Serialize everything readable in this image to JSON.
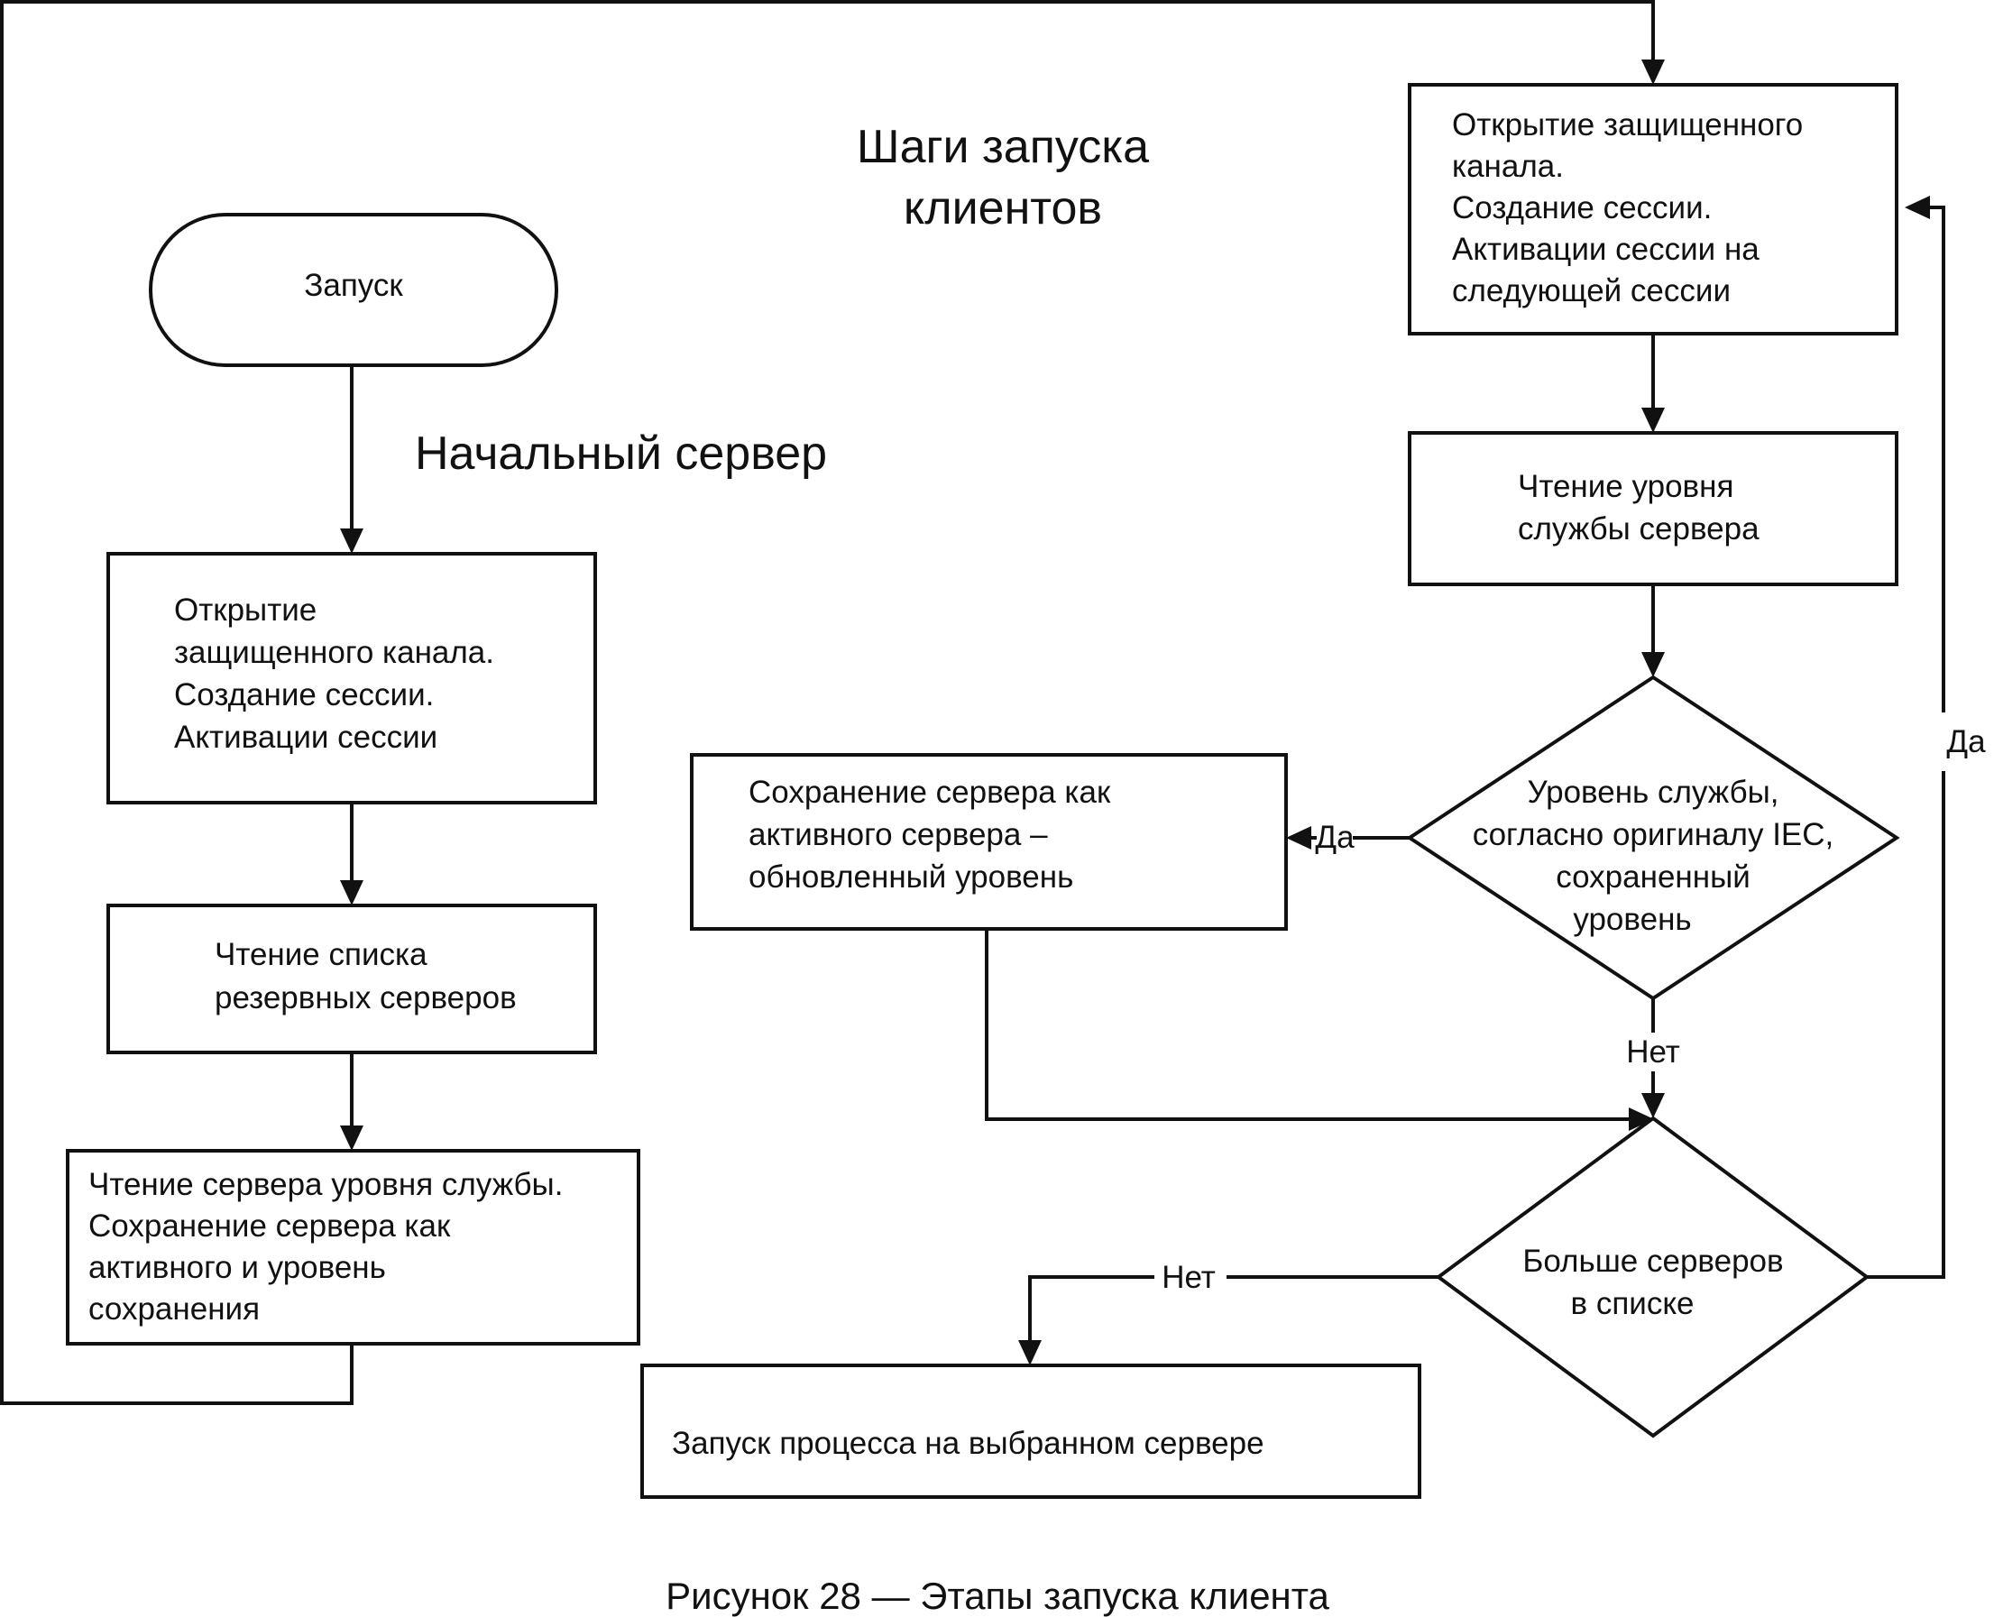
{
  "diagram": {
    "title": [
      "Шаги запуска",
      "клиентов"
    ],
    "subtitle": "Начальный сервер",
    "nodes": {
      "start": [
        "Запуск"
      ],
      "open_channel_initial": [
        "Открытие",
        "защищенного канала.",
        "Создание сессии.",
        "Активации сессии"
      ],
      "read_backup_list": [
        "Чтение списка",
        "резервных серверов"
      ],
      "read_service_level": [
        "Чтение сервера уровня службы.",
        "Сохранение сервера как",
        "активного и уровень",
        "сохранения"
      ],
      "open_channel_next": [
        "Открытие защищенного",
        "канала.",
        "Создание сессии.",
        "Активации сессии на",
        "следующей сессии"
      ],
      "read_server_level": [
        "Чтение уровня",
        "службы сервера"
      ],
      "decision_level": [
        "Уровень службы,",
        "согласно оригиналу IEC,",
        "сохраненный",
        "уровень"
      ],
      "save_active": [
        "Сохранение сервера как",
        "активного сервера –",
        "обновленный уровень"
      ],
      "decision_more": [
        "Больше серверов",
        "в списке"
      ],
      "launch_process": [
        "Запуск процесса на выбранном сервере"
      ]
    },
    "edge_labels": {
      "yes_left": "Да",
      "no_down": "Нет",
      "no_left": "Нет",
      "yes_up": "Да"
    }
  },
  "caption": "Рисунок 28 — Этапы запуска клиента"
}
